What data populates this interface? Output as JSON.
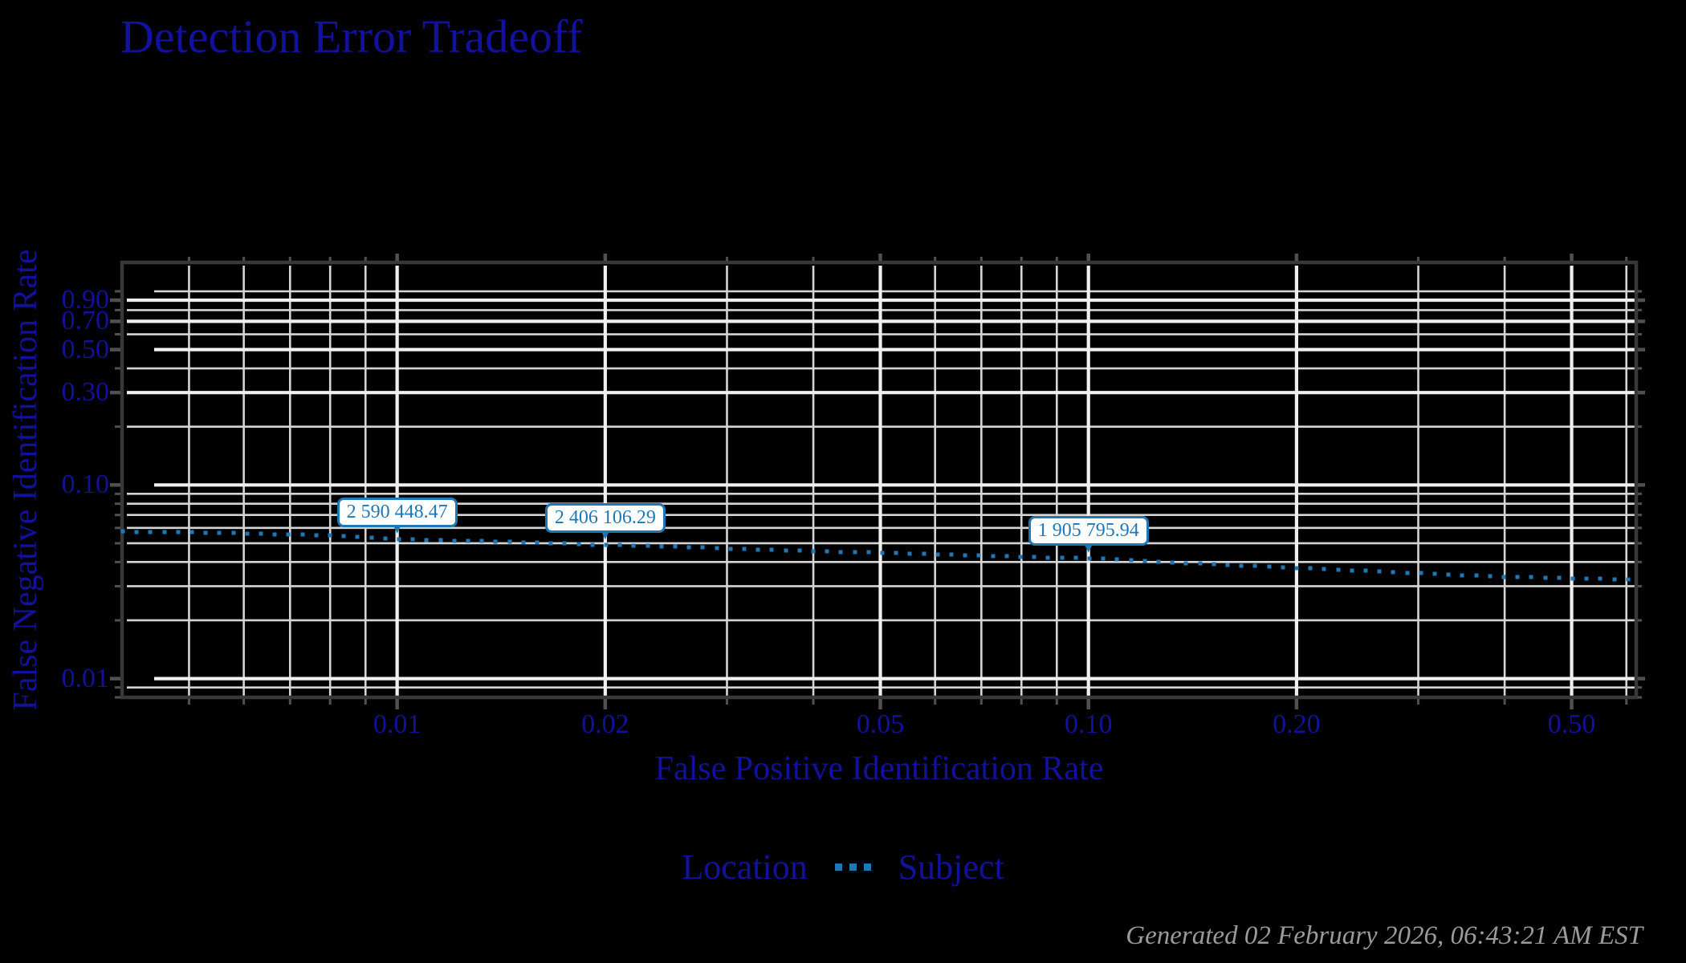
{
  "title": {
    "text": "Detection Error Tradeoff"
  },
  "legend": {
    "title": "Location",
    "series_label": "Subject"
  },
  "footer": {
    "text": "Generated 02 February 2026, 06:43:21 AM EST"
  },
  "colors": {
    "navy_text": "#11119b",
    "series_blue": "#1f77b4",
    "grid_major": "#efefef",
    "grid_minor": "#d5d5d5",
    "spine": "#383838",
    "tick": "#505050",
    "footer_gray": "#9a9a9a",
    "background": "#000000",
    "bubble_fill": "#ffffff"
  },
  "chart_data": {
    "type": "line",
    "title": "Detection Error Tradeoff",
    "xlabel": "False Positive Identification Rate",
    "ylabel": "False Negative Identification Rate",
    "x_scale": "log",
    "y_scale": "log",
    "xlim": [
      0.004,
      0.62
    ],
    "ylim": [
      0.008,
      1.41
    ],
    "grid": true,
    "legend_position": "bottom",
    "x_major_ticks": [
      0.01,
      0.02,
      0.05,
      0.1,
      0.2,
      0.5
    ],
    "x_major_tick_labels": [
      "0.01",
      "0.02",
      "0.05",
      "0.10",
      "0.20",
      "0.50"
    ],
    "x_minor_ticks": [
      0.005,
      0.006,
      0.007,
      0.008,
      0.009,
      0.03,
      0.04,
      0.06,
      0.07,
      0.08,
      0.09,
      0.3,
      0.4,
      0.6
    ],
    "y_major_ticks": [
      0.9,
      0.7,
      0.5,
      0.3,
      0.1,
      0.01
    ],
    "y_major_tick_labels": [
      "0.90",
      "0.70",
      "0.50",
      "0.30",
      "0.10",
      "0.01"
    ],
    "y_minor_ticks": [
      1.0,
      0.8,
      0.6,
      0.4,
      0.2,
      0.09,
      0.08,
      0.07,
      0.06,
      0.05,
      0.04,
      0.03,
      0.02,
      0.009,
      0.008
    ],
    "series": [
      {
        "name": "Subject",
        "style": "dotted",
        "color": "#1f77b4",
        "x": [
          0.004,
          0.005,
          0.006,
          0.007,
          0.008,
          0.009,
          0.01,
          0.012,
          0.015,
          0.02,
          0.025,
          0.03,
          0.04,
          0.05,
          0.06,
          0.08,
          0.1,
          0.12,
          0.15,
          0.2,
          0.3,
          0.4,
          0.5,
          0.62
        ],
        "y": [
          0.0575,
          0.057,
          0.0562,
          0.0555,
          0.0548,
          0.0537,
          0.0526,
          0.0517,
          0.0507,
          0.049,
          0.0482,
          0.047,
          0.0455,
          0.0447,
          0.0438,
          0.0425,
          0.0419,
          0.0405,
          0.039,
          0.0373,
          0.035,
          0.0336,
          0.033,
          0.0325
        ]
      }
    ],
    "annotations": [
      {
        "text": "2 590 448.47",
        "x": 0.01,
        "y": 0.0526
      },
      {
        "text": "2 406 106.29",
        "x": 0.02,
        "y": 0.049
      },
      {
        "text": "1 905 795.94",
        "x": 0.1,
        "y": 0.0419
      }
    ]
  }
}
